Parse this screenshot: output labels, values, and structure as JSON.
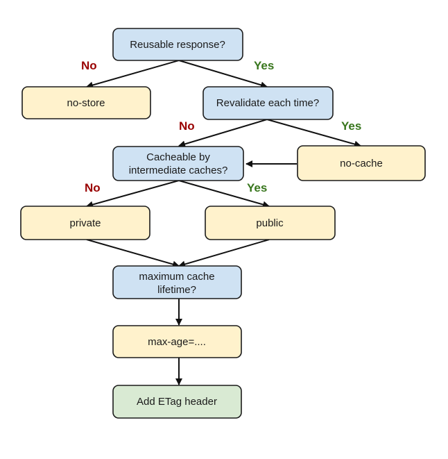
{
  "diagram": {
    "colors": {
      "question_fill": "#cfe2f3",
      "option_fill": "#fff2cc",
      "final_fill": "#d9ead3",
      "no_label": "#990000",
      "yes_label": "#38761d",
      "border": "#1a1a1a"
    },
    "nodes": {
      "reusable_response": {
        "label": "Reusable response?"
      },
      "no_store": {
        "label": "no-store"
      },
      "revalidate_each_time": {
        "label": "Revalidate each time?"
      },
      "cacheable_intermediate": {
        "line1": "Cacheable by",
        "line2": "intermediate caches?"
      },
      "no_cache": {
        "label": "no-cache"
      },
      "private": {
        "label": "private"
      },
      "public": {
        "label": "public"
      },
      "max_cache_lifetime": {
        "line1": "maximum cache",
        "line2": "lifetime?"
      },
      "max_age": {
        "label": "max-age=...."
      },
      "add_etag": {
        "label": "Add ETag header"
      }
    },
    "edge_labels": {
      "reusable_no": "No",
      "reusable_yes": "Yes",
      "revalidate_no": "No",
      "revalidate_yes": "Yes",
      "cacheable_no": "No",
      "cacheable_yes": "Yes"
    }
  }
}
